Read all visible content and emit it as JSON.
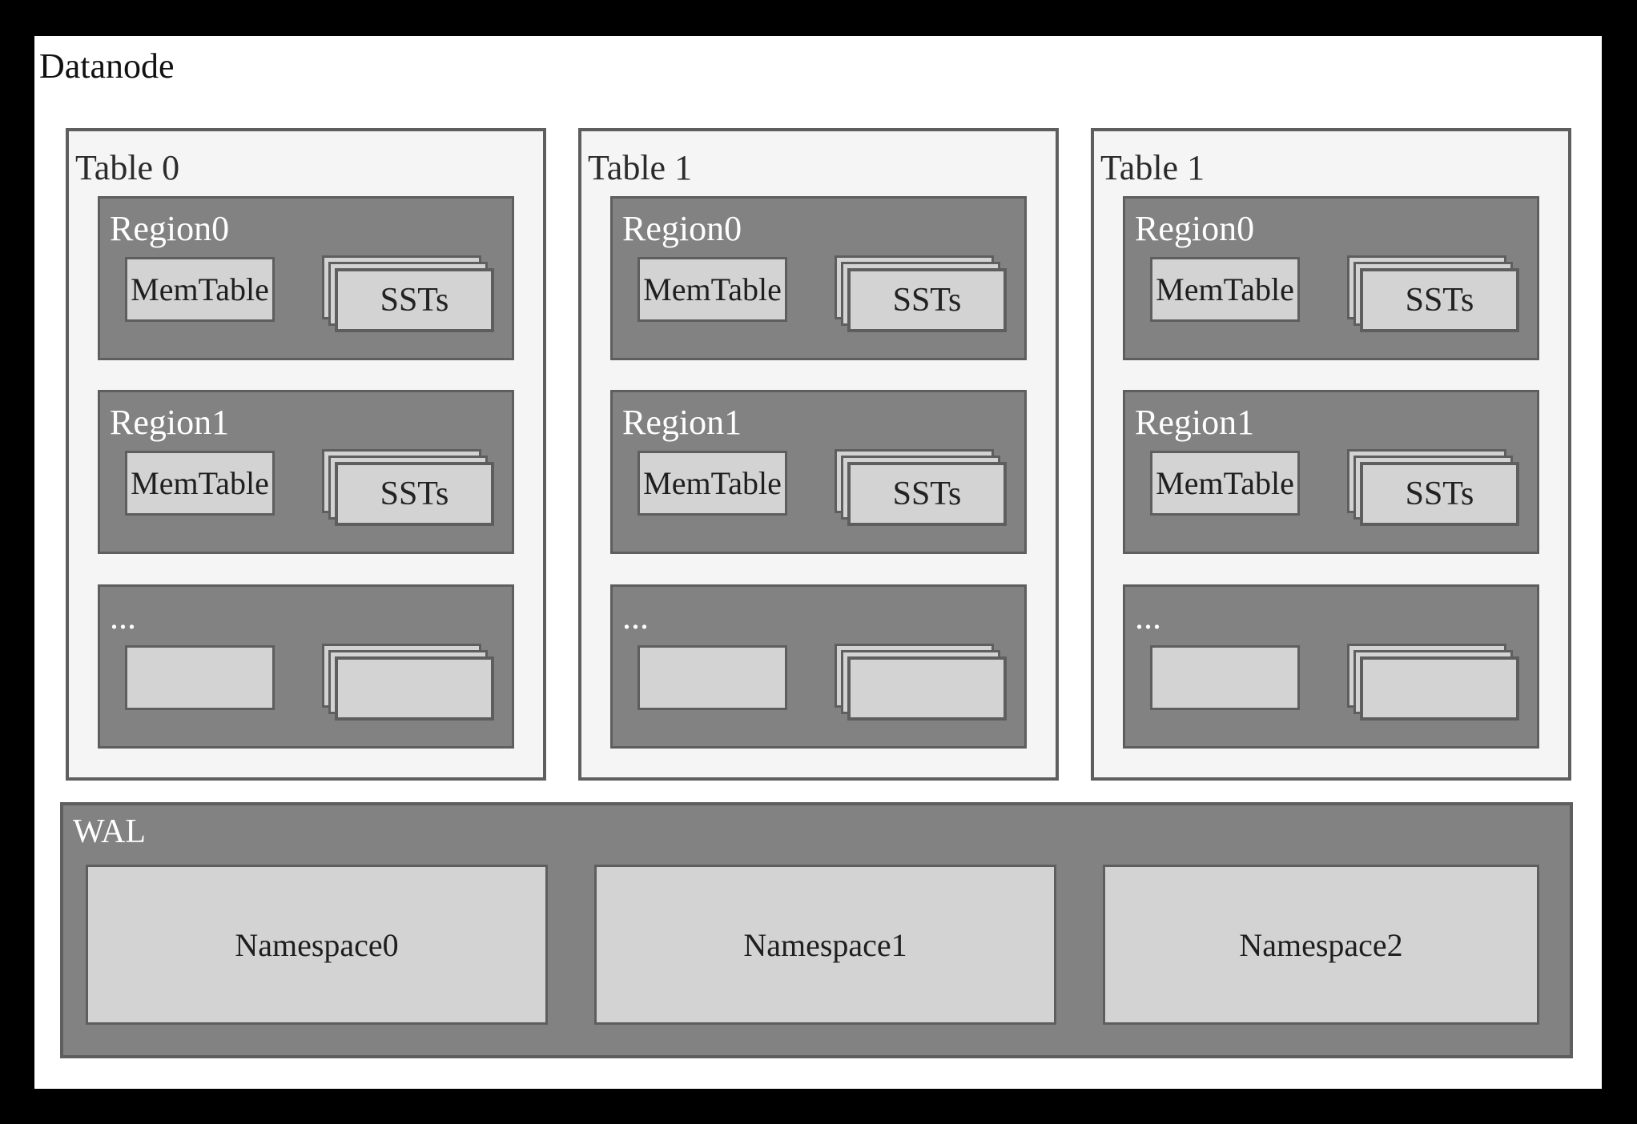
{
  "page": {
    "title": "Datanode"
  },
  "tables": [
    {
      "label": "Table 0",
      "regions": [
        {
          "label": "Region0",
          "memtable": "MemTable",
          "ssts": "SSTs"
        },
        {
          "label": "Region1",
          "memtable": "MemTable",
          "ssts": "SSTs"
        },
        {
          "label": "...",
          "memtable": "",
          "ssts": ""
        }
      ]
    },
    {
      "label": "Table 1",
      "regions": [
        {
          "label": "Region0",
          "memtable": "MemTable",
          "ssts": "SSTs"
        },
        {
          "label": "Region1",
          "memtable": "MemTable",
          "ssts": "SSTs"
        },
        {
          "label": "...",
          "memtable": "",
          "ssts": ""
        }
      ]
    },
    {
      "label": "Table 1",
      "regions": [
        {
          "label": "Region0",
          "memtable": "MemTable",
          "ssts": "SSTs"
        },
        {
          "label": "Region1",
          "memtable": "MemTable",
          "ssts": "SSTs"
        },
        {
          "label": "...",
          "memtable": "",
          "ssts": ""
        }
      ]
    }
  ],
  "wal": {
    "label": "WAL",
    "namespaces": [
      {
        "label": "Namespace0"
      },
      {
        "label": "Namespace1"
      },
      {
        "label": "Namespace2"
      }
    ]
  },
  "colors": {
    "frame": "#000000",
    "panel": "#ffffff",
    "table_fill": "#f5f5f5",
    "region_fill": "#828282",
    "light_fill": "#d3d3d3",
    "border": "#5e5e5e"
  }
}
